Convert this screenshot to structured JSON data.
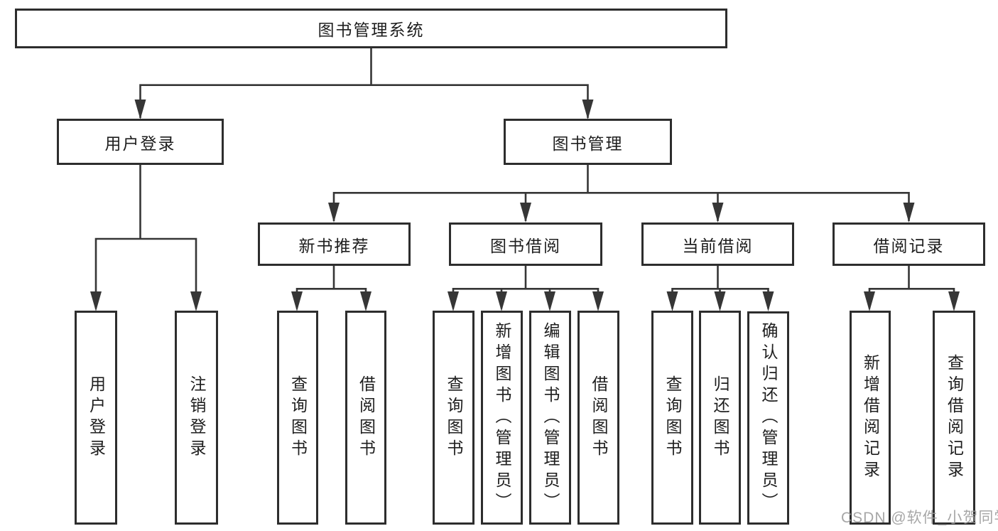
{
  "tree": {
    "root": {
      "label": "图书管理系统"
    },
    "login": {
      "label": "用户登录",
      "children": [
        {
          "label": "用户登录"
        },
        {
          "label": "注销登录"
        }
      ]
    },
    "manage": {
      "label": "图书管理",
      "children": [
        {
          "label": "新书推荐",
          "children": [
            {
              "label": "查询图书"
            },
            {
              "label": "借阅图书"
            }
          ]
        },
        {
          "label": "图书借阅",
          "children": [
            {
              "label": "查询图书"
            },
            {
              "label": "新增图书（管理员）"
            },
            {
              "label": "编辑图书（管理员）"
            },
            {
              "label": "借阅图书"
            }
          ]
        },
        {
          "label": "当前借阅",
          "children": [
            {
              "label": "查询图书"
            },
            {
              "label": "归还图书"
            },
            {
              "label": "确认归还（管理员）"
            }
          ]
        },
        {
          "label": "借阅记录",
          "children": [
            {
              "label": "新增借阅记录"
            },
            {
              "label": "查询借阅记录"
            }
          ]
        }
      ]
    }
  },
  "watermark": {
    "text": "CSDN @软件_小贺同学"
  },
  "colors": {
    "box_border": "#2d2d2d",
    "connector": "#363636",
    "text": "#1e1e1e",
    "watermark": "#9b9b9b",
    "background": "#ffffff"
  }
}
